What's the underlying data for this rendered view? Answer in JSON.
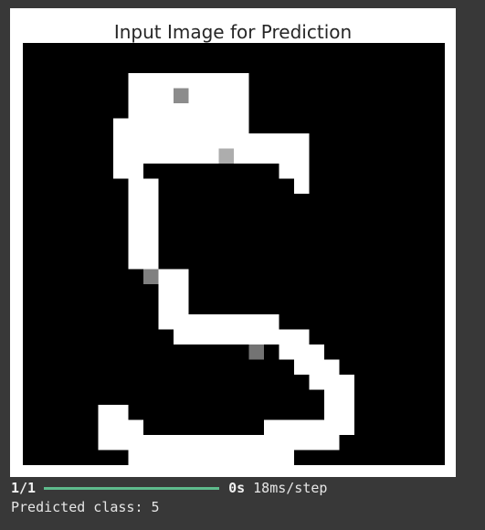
{
  "figure": {
    "title": "Input Image for Prediction",
    "image": {
      "grid_size": 28,
      "pixels": [
        [
          7,
          2,
          8,
          3,
          1.0
        ],
        [
          10,
          3,
          1,
          1,
          0.55
        ],
        [
          6,
          5,
          9,
          1,
          1.0
        ],
        [
          6,
          6,
          13,
          1,
          1.0
        ],
        [
          6,
          7,
          2,
          2,
          1.0
        ],
        [
          8,
          7,
          5,
          1,
          1.0
        ],
        [
          13,
          7,
          1,
          1,
          0.68
        ],
        [
          14,
          7,
          5,
          1,
          1.0
        ],
        [
          17,
          8,
          2,
          1,
          1.0
        ],
        [
          18,
          9,
          1,
          1,
          1.0
        ],
        [
          7,
          9,
          2,
          6,
          1.0
        ],
        [
          8,
          15,
          1,
          1,
          0.5
        ],
        [
          9,
          15,
          2,
          1,
          1.0
        ],
        [
          9,
          16,
          2,
          3,
          1.0
        ],
        [
          10,
          18,
          7,
          1,
          1.0
        ],
        [
          10,
          19,
          9,
          1,
          1.0
        ],
        [
          15,
          20,
          1,
          1,
          0.45
        ],
        [
          17,
          20,
          3,
          1,
          1.0
        ],
        [
          18,
          21,
          3,
          1,
          1.0
        ],
        [
          19,
          22,
          3,
          1,
          1.0
        ],
        [
          20,
          23,
          2,
          2,
          1.0
        ],
        [
          5,
          24,
          2,
          1,
          1.0
        ],
        [
          20,
          25,
          2,
          1,
          1.0
        ],
        [
          5,
          25,
          3,
          1,
          1.0
        ],
        [
          16,
          25,
          6,
          1,
          1.0
        ],
        [
          5,
          26,
          16,
          1,
          1.0
        ],
        [
          7,
          27,
          11,
          1,
          1.0
        ]
      ]
    }
  },
  "progress": {
    "step": "1/1",
    "fraction": 1.0,
    "eta": "0s",
    "step_time": "18ms/step",
    "fill_color": "#5ebb8c"
  },
  "result": {
    "text": "Predicted class: 5"
  }
}
